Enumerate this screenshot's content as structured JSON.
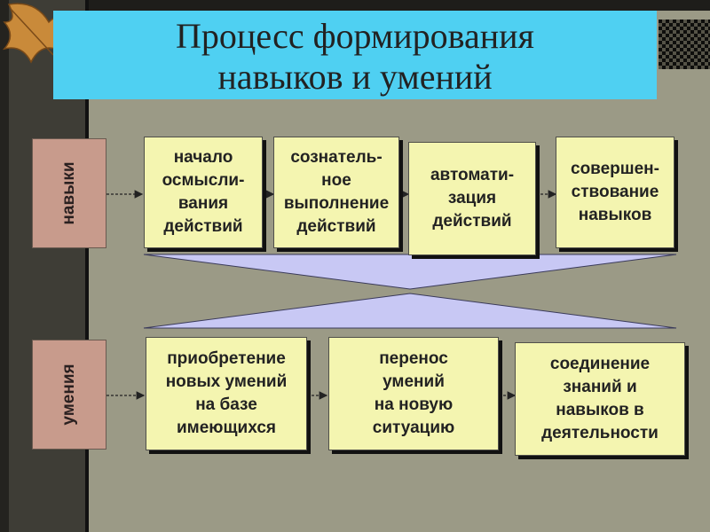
{
  "title": [
    "Процесс формирования",
    "навыков и умений"
  ],
  "rows": [
    {
      "label": "навыки",
      "steps": [
        [
          "начало",
          "осмысли-",
          "вания",
          "действий"
        ],
        [
          "сознатель-",
          "ное",
          "выполнение",
          "действий"
        ],
        [
          "автомати-",
          "зация",
          "действий"
        ],
        [
          "совершен-",
          "ствование",
          "навыков"
        ]
      ]
    },
    {
      "label": "умения",
      "steps": [
        [
          "приобретение",
          "новых умений",
          "на базе",
          "имеющихся"
        ],
        [
          "перенос",
          "умений",
          "на новую",
          "ситуацию"
        ],
        [
          "соединение",
          "знаний и",
          "навыков в",
          "деятельности"
        ]
      ]
    }
  ],
  "colors": {
    "title_bg": "#4fd0f2",
    "box_bg": "#f4f5b0",
    "label_bg": "#c89b8c",
    "triangle_fill": "#c8c8f4",
    "background": "#9b9a86"
  },
  "decorations": {
    "top_left": "autumn-leaf-icon",
    "top_right": "checker-pattern"
  }
}
